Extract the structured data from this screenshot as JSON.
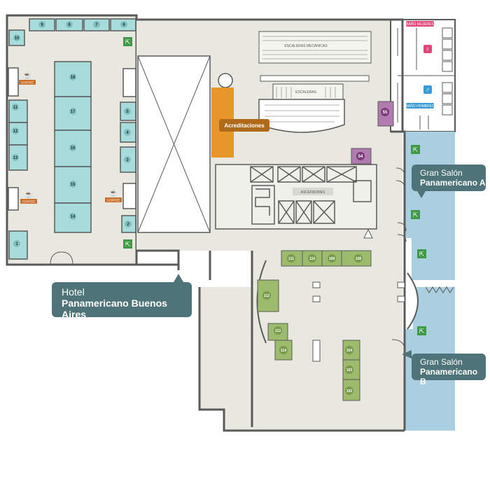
{
  "callouts": {
    "hotel": {
      "line1": "Hotel",
      "line2": "Panamericano Buenos Aires"
    },
    "salon_a": {
      "line1": "Gran Salón",
      "line2": "Panamericano A"
    },
    "salon_b": {
      "line1": "Gran Salón",
      "line2": "Panamericano B"
    }
  },
  "labels": {
    "acreditaciones": "Acreditaciones",
    "escaleras_mecanicas": "ESCALERAS MECÁNICAS",
    "escaleras": "ESCALERAS",
    "ascensores": "ASCENSORES",
    "bano_mujeres": "BAÑO MUJERES",
    "bano_hombres": "BAÑO HOMBRES",
    "coffee": "COFFEE"
  },
  "booths": {
    "b1": "1",
    "b2": "2",
    "b3": "3",
    "b4": "4",
    "b5": "5",
    "b6": "6",
    "b7": "7",
    "b8": "8",
    "b9": "9",
    "b10": "10",
    "b11": "11",
    "b12": "12",
    "b13": "13",
    "b14": "14",
    "b15": "15",
    "b16": "16",
    "b17": "17",
    "b18": "18",
    "b54": "54",
    "b55": "55",
    "b102": "102",
    "b103": "103",
    "b104": "104",
    "b108": "108",
    "b109": "109",
    "b110": "110",
    "b111": "111",
    "b112": "112",
    "b113": "113",
    "b114": "114"
  },
  "colors": {
    "floor": "#e8e8e0",
    "wall": "#5a5a5a",
    "booth_teal": "#a8dcdc",
    "booth_green": "#9cbb6c",
    "acreditaciones": "#e7962a",
    "booth_purple": "#b07cb0",
    "salon_blue": "#a9cfe0",
    "callout": "#4e7378",
    "exit": "#3f9a45",
    "coffee": "#c9702a",
    "women": "#e0477a",
    "men": "#3a9ad6"
  }
}
